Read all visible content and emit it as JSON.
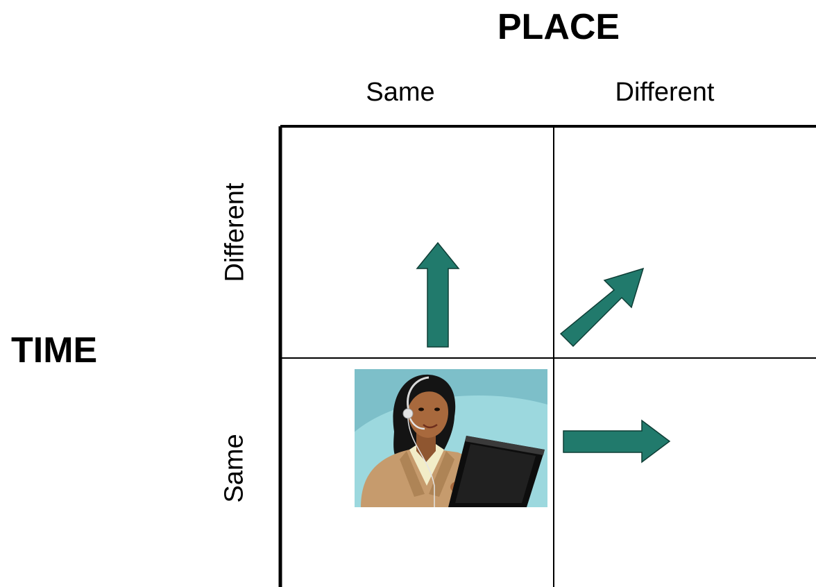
{
  "place_title": "PLACE",
  "time_title": "TIME",
  "columns": {
    "same": "Same",
    "different": "Different"
  },
  "rows": {
    "different": "Different",
    "same": "Same"
  },
  "colors": {
    "arrow_fill": "#217A6C",
    "arrow_stroke": "#0E3D35",
    "grid_line": "#000000",
    "photo_background": "#7DBFC9",
    "photo_glow": "#9CD8DE"
  },
  "cells": {
    "same_time_same_place": {
      "icon": "headset-operator-at-computer-icon"
    },
    "different_time_same_place": {
      "icon": "arrow-up-icon"
    },
    "different_time_different_place": {
      "icon": "arrow-up-right-icon"
    },
    "same_time_different_place": {
      "icon": "arrow-right-icon"
    }
  }
}
